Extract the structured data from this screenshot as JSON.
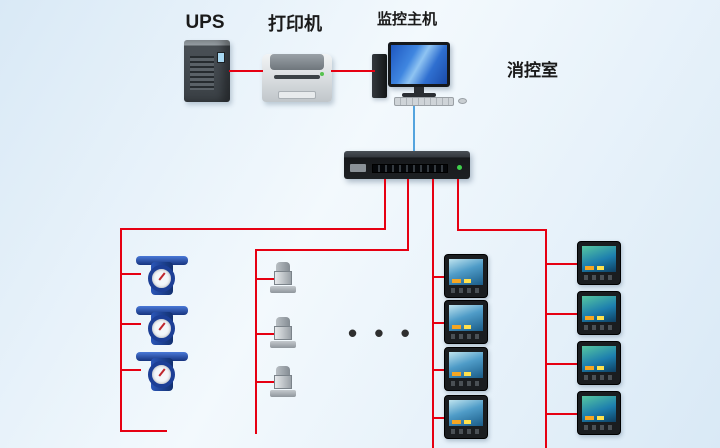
{
  "labels": {
    "ups": "UPS",
    "printer": "打印机",
    "monitoring_host": "监控主机",
    "control_room": "消控室",
    "ellipsis": "• • •"
  },
  "colors": {
    "bg_a": "#d9e9f6",
    "bg_b": "#f3f9fd",
    "line_red": "#e60012",
    "line_blue": "#54a4de",
    "label_color": "#1a1a1a"
  },
  "topology": {
    "top_devices": [
      "ups",
      "printer",
      "monitoring-host"
    ],
    "hub": "data-acquisition-switch",
    "branches": [
      {
        "type": "water-meter",
        "count": 3
      },
      {
        "type": "valve-sensor",
        "count": 3
      },
      {
        "type": "panel-meter",
        "count": 4
      },
      {
        "type": "panel-meter",
        "count": 4
      }
    ]
  }
}
